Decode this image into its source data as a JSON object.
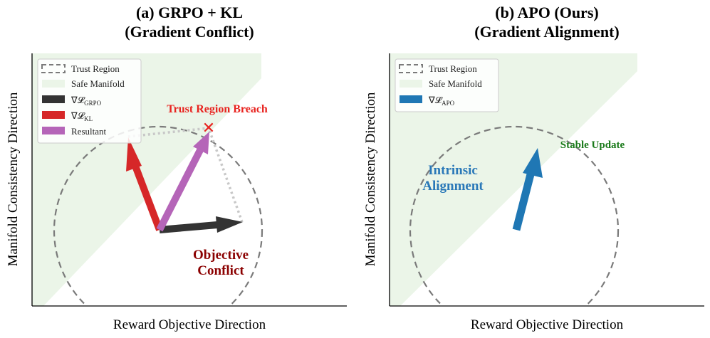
{
  "panel_a": {
    "title_line1": "(a) GRPO + KL",
    "title_line2": "(Gradient Conflict)",
    "ylabel": "Manifold Consistency Direction",
    "xlabel": "Reward Objective Direction",
    "legend": {
      "trust_region": "Trust Region",
      "safe_manifold": "Safe Manifold",
      "grpo_main": "∇𝓛",
      "grpo_sub": "GRPO",
      "kl_main": "∇𝓛",
      "kl_sub": "KL",
      "resultant": "Resultant"
    },
    "annotations": {
      "breach": "Trust Region Breach",
      "breach_marker": "✕",
      "conflict_line1": "Objective",
      "conflict_line2": "Conflict"
    }
  },
  "panel_b": {
    "title_line1": "(b) APO (Ours)",
    "title_line2": "(Gradient Alignment)",
    "ylabel": "Manifold Consistency Direction",
    "xlabel": "Reward Objective Direction",
    "legend": {
      "trust_region": "Trust Region",
      "safe_manifold": "Safe Manifold",
      "apo_main": "∇𝓛",
      "apo_sub": "APO"
    },
    "annotations": {
      "alignment_line1": "Intrinsic",
      "alignment_line2": "Alignment",
      "stable": "Stable Update"
    }
  },
  "colors": {
    "manifold": "#ebf5e8",
    "trust_region": "#7a7a7a",
    "grpo": "#333333",
    "kl": "#d62728",
    "resultant": "#b565b8",
    "apo": "#1f77b4",
    "breach": "#e8231f"
  }
}
